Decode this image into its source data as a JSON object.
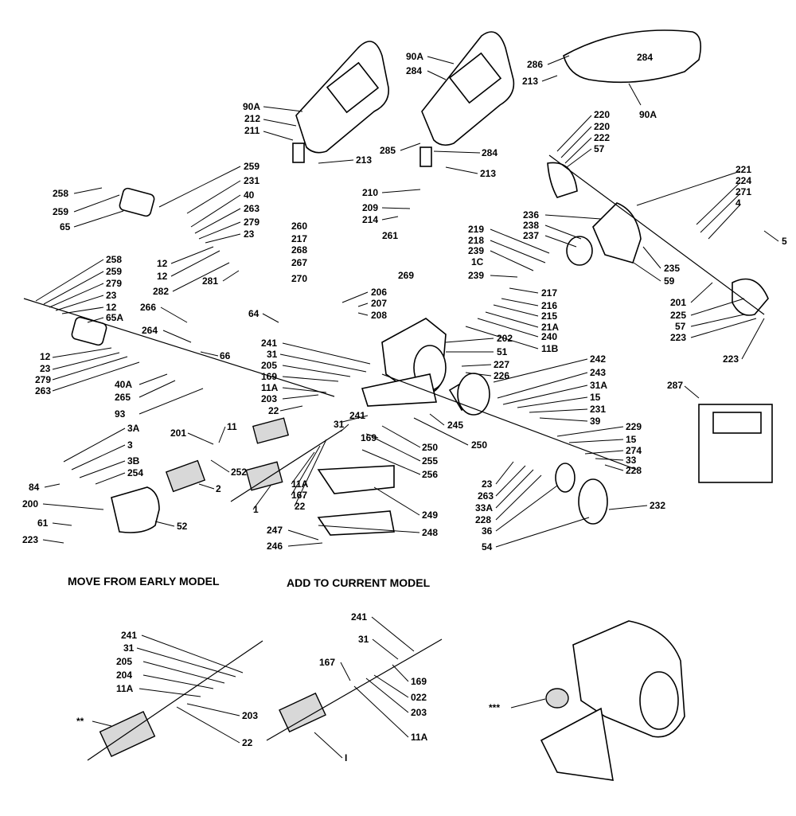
{
  "captions": {
    "move_from": "MOVE FROM EARLY MODEL",
    "add_to": "ADD TO CURRENT MODEL"
  },
  "callouts": [
    "90A",
    "284",
    "286",
    "284",
    "213",
    "90A",
    "90A",
    "212",
    "211",
    "213",
    "285",
    "284",
    "213",
    "220",
    "220",
    "222",
    "57",
    "259",
    "231",
    "40",
    "263",
    "279",
    "23",
    "12",
    "12",
    "282",
    "281",
    "258",
    "259",
    "65",
    "210",
    "209",
    "214",
    "260",
    "217",
    "261",
    "268",
    "267",
    "269",
    "270",
    "221",
    "224",
    "271",
    "4",
    "5",
    "236",
    "238",
    "237",
    "235",
    "59",
    "219",
    "218",
    "239",
    "1C",
    "239",
    "217",
    "216",
    "215",
    "21A",
    "240",
    "11B",
    "201",
    "225",
    "57",
    "223",
    "223",
    "258",
    "259",
    "279",
    "23",
    "12",
    "65A",
    "12",
    "23",
    "279",
    "263",
    "266",
    "264",
    "66",
    "40A",
    "265",
    "93",
    "64",
    "206",
    "207",
    "208",
    "202",
    "51",
    "241",
    "31",
    "205",
    "169",
    "11A",
    "203",
    "22",
    "227",
    "226",
    "242",
    "243",
    "31A",
    "15",
    "231",
    "39",
    "229",
    "15",
    "274",
    "33",
    "228",
    "241",
    "31",
    "169",
    "245",
    "250",
    "250",
    "255",
    "256",
    "201",
    "11",
    "252",
    "2",
    "11A",
    "167",
    "22",
    "1",
    "3A",
    "3",
    "3B",
    "254",
    "84",
    "200",
    "52",
    "61",
    "223",
    "249",
    "248",
    "247",
    "246",
    "23",
    "263",
    "33A",
    "228",
    "36",
    "54",
    "232",
    "287",
    "241",
    "31",
    "205",
    "204",
    "11A",
    "203",
    "22",
    "**",
    "241",
    "31",
    "167",
    "169",
    "022",
    "203",
    "11A",
    "I",
    "***"
  ]
}
